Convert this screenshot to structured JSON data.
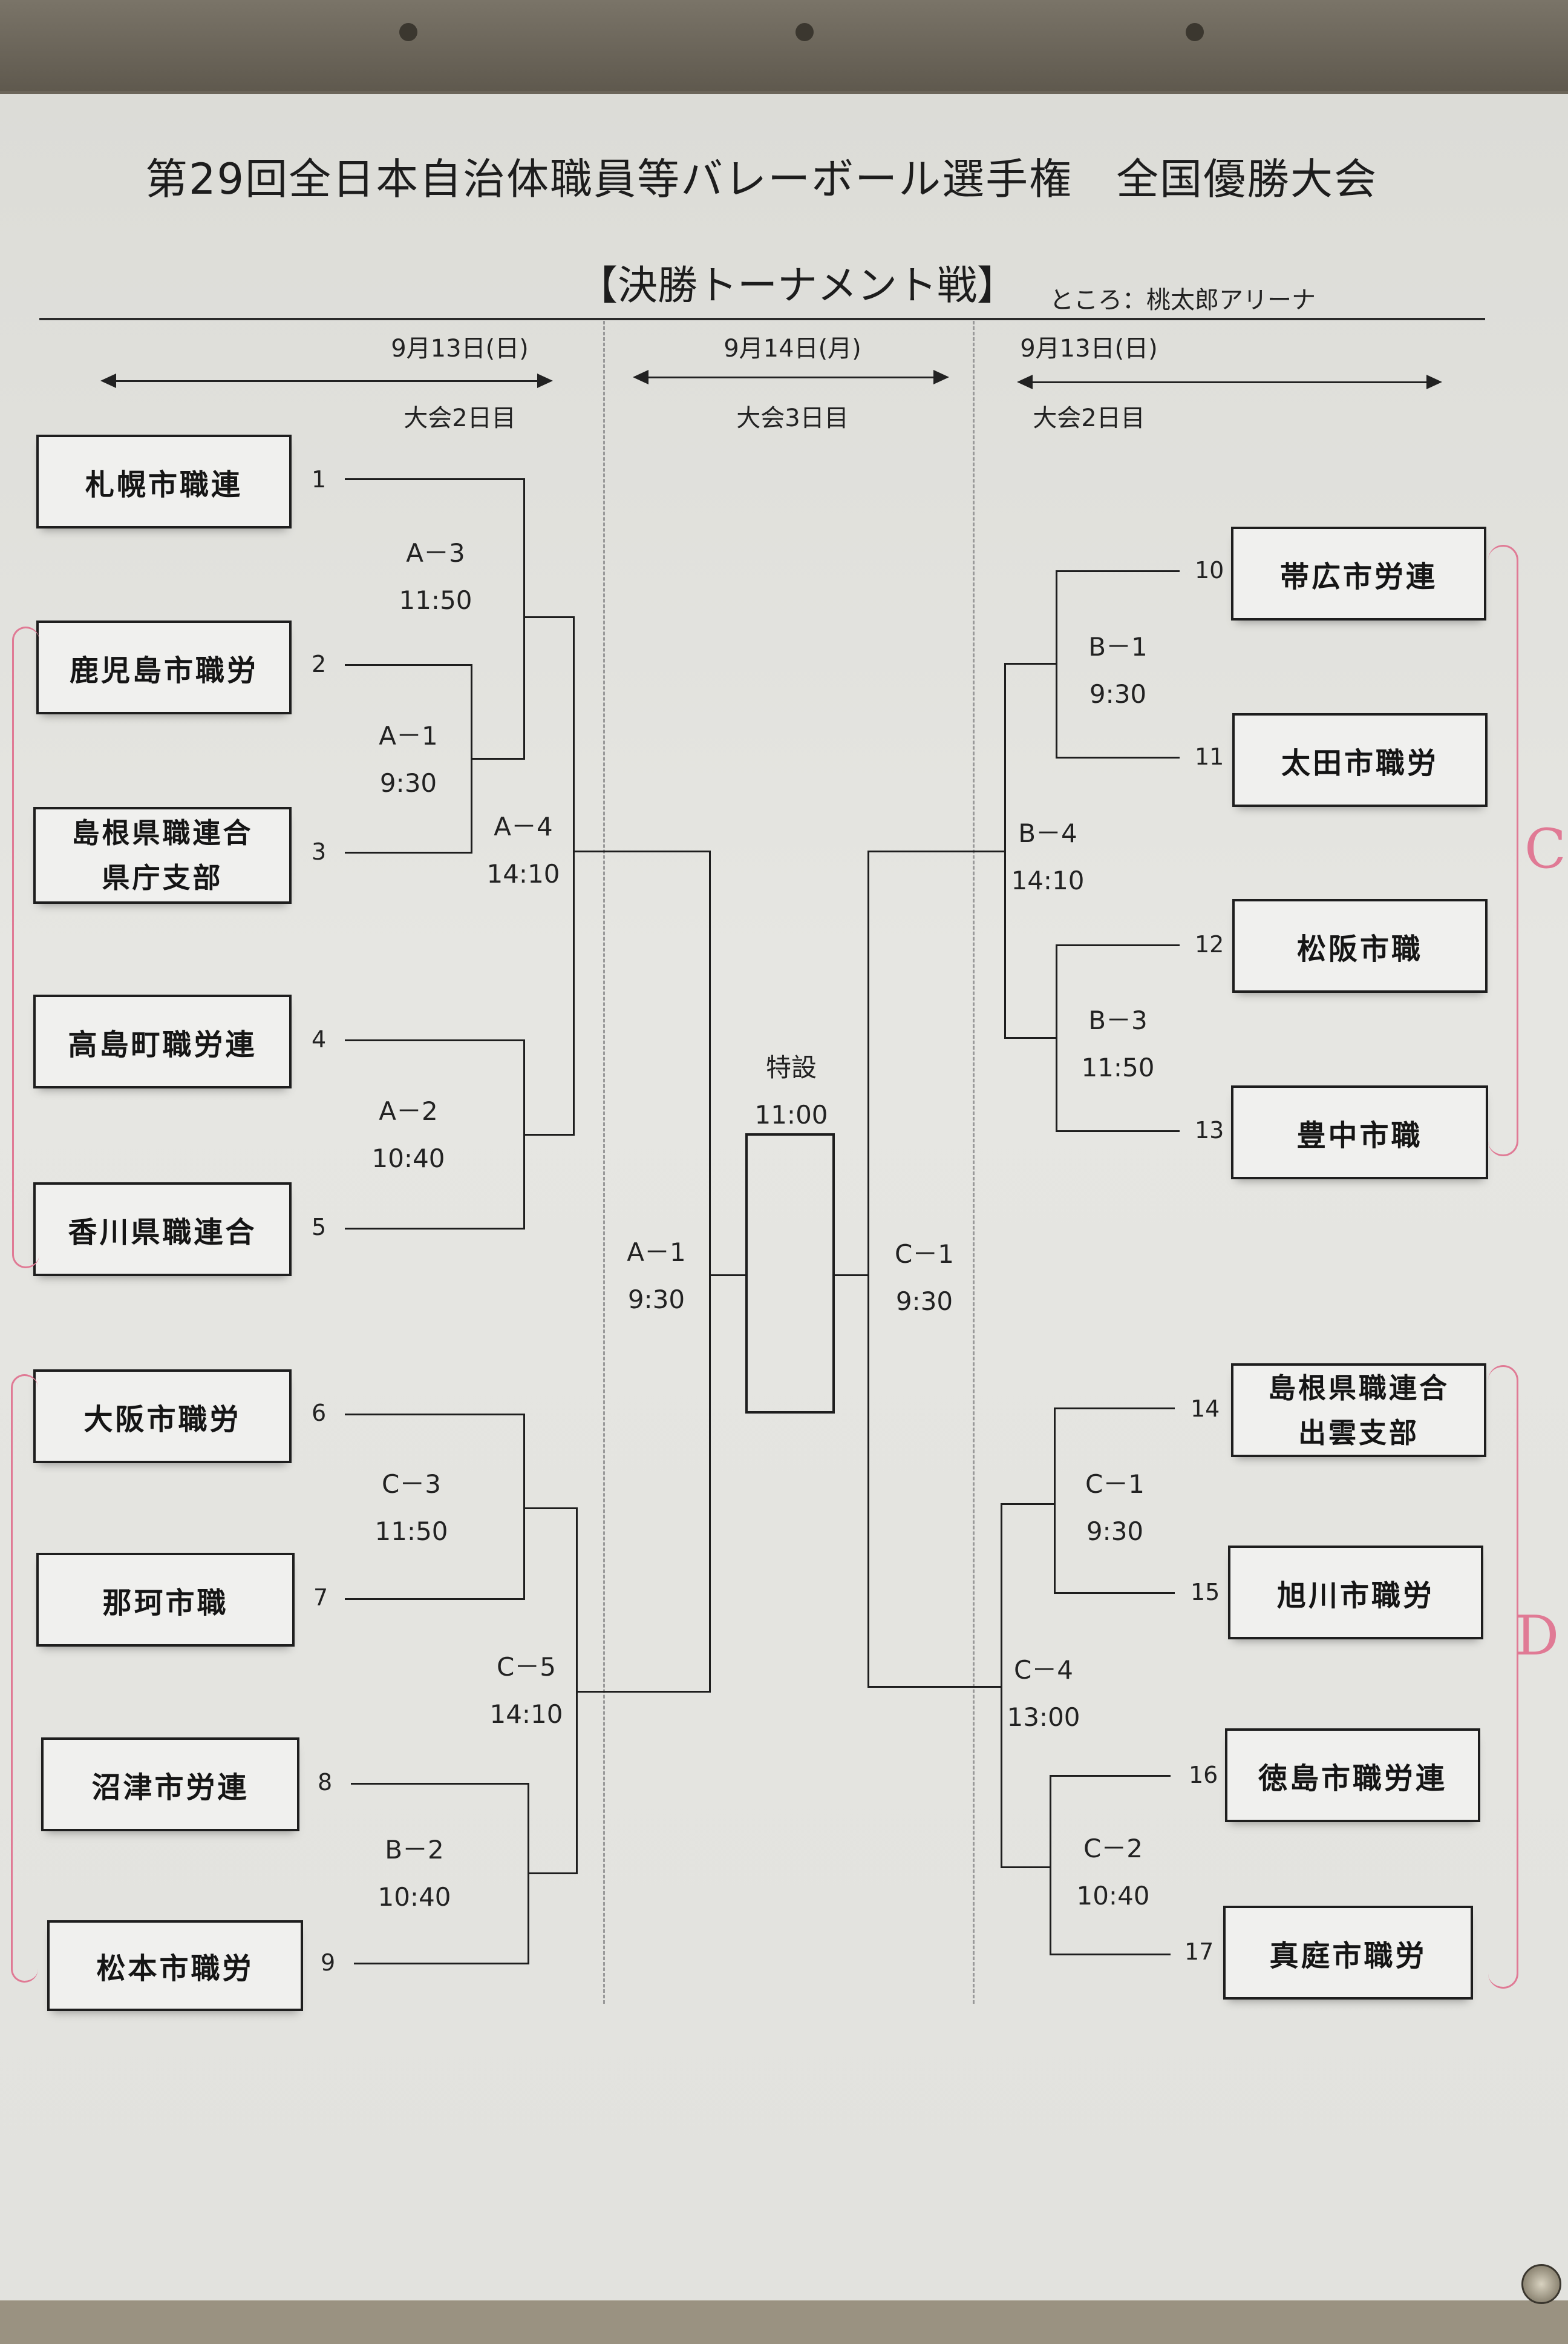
{
  "title": "第29回全日本自治体職員等バレーボール選手権　全国優勝大会",
  "subtitle": "【決勝トーナメント戦】",
  "venue": "ところ：桃太郎アリーナ",
  "days": {
    "left": {
      "date": "9月13日(日)",
      "label": "大会2日目"
    },
    "center": {
      "date": "9月14日(月)",
      "label": "大会3日目"
    },
    "right": {
      "date": "9月13日(日)",
      "label": "大会2日目"
    }
  },
  "teams": [
    {
      "seed": "1",
      "name": [
        "札幌市職連"
      ]
    },
    {
      "seed": "2",
      "name": [
        "鹿児島市職労"
      ]
    },
    {
      "seed": "3",
      "name": [
        "島根県職連合",
        "県庁支部"
      ]
    },
    {
      "seed": "4",
      "name": [
        "高島町職労連"
      ]
    },
    {
      "seed": "5",
      "name": [
        "香川県職連合"
      ]
    },
    {
      "seed": "6",
      "name": [
        "大阪市職労"
      ]
    },
    {
      "seed": "7",
      "name": [
        "那珂市職"
      ]
    },
    {
      "seed": "8",
      "name": [
        "沼津市労連"
      ]
    },
    {
      "seed": "9",
      "name": [
        "松本市職労"
      ]
    },
    {
      "seed": "10",
      "name": [
        "帯広市労連"
      ]
    },
    {
      "seed": "11",
      "name": [
        "太田市職労"
      ]
    },
    {
      "seed": "12",
      "name": [
        "松阪市職"
      ]
    },
    {
      "seed": "13",
      "name": [
        "豊中市職"
      ]
    },
    {
      "seed": "14",
      "name": [
        "島根県職連合",
        "出雲支部"
      ]
    },
    {
      "seed": "15",
      "name": [
        "旭川市職労"
      ]
    },
    {
      "seed": "16",
      "name": [
        "徳島市職労連"
      ]
    },
    {
      "seed": "17",
      "name": [
        "真庭市職労"
      ]
    }
  ],
  "matches": {
    "a3": {
      "code": "A－3",
      "time": "11:50"
    },
    "a1": {
      "code": "A－1",
      "time": "9:30"
    },
    "a4": {
      "code": "A－4",
      "time": "14:10"
    },
    "a2": {
      "code": "A－2",
      "time": "10:40"
    },
    "c3": {
      "code": "C－3",
      "time": "11:50"
    },
    "c5": {
      "code": "C－5",
      "time": "14:10"
    },
    "b2": {
      "code": "B－2",
      "time": "10:40"
    },
    "b1": {
      "code": "B－1",
      "time": "9:30"
    },
    "b4": {
      "code": "B－4",
      "time": "14:10"
    },
    "b3": {
      "code": "B－3",
      "time": "11:50"
    },
    "c1r": {
      "code": "C－1",
      "time": "9:30"
    },
    "c4": {
      "code": "C－4",
      "time": "13:00"
    },
    "c2": {
      "code": "C－2",
      "time": "10:40"
    },
    "semiLeft": {
      "code": "A－1",
      "time": "9:30"
    },
    "semiRight": {
      "code": "C－1",
      "time": "9:30"
    },
    "final": {
      "code": "特設",
      "time": "11:00"
    }
  },
  "handwritten": {
    "c": "C",
    "d": "D"
  },
  "colors": {
    "ink": "#1e1e1e",
    "marker": "#e07a95",
    "paper": "#e4e4e0"
  }
}
